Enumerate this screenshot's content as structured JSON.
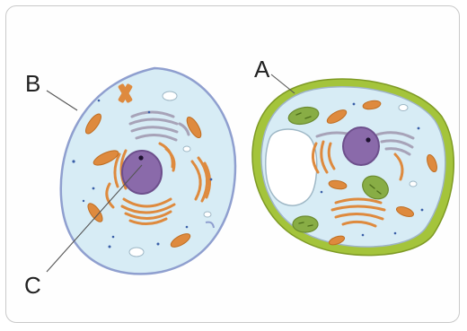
{
  "labels": {
    "a": "A",
    "b": "B",
    "c": "C"
  },
  "colors": {
    "cytoplasm": "#d7ecf5",
    "membrane": "#8f9fcf",
    "cell_wall": "#a4c43b",
    "nucleus": "#8a6aaa",
    "organelle": "#de8a3e",
    "chloroplast": "#88ad45",
    "golgi": "#a7a3b8"
  }
}
